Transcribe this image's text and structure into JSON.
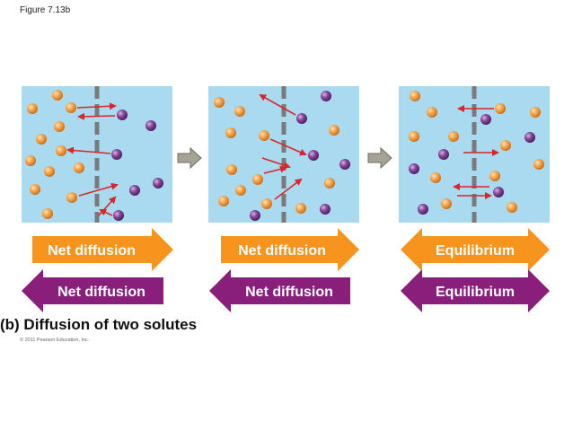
{
  "figure_label": "Figure 7.13b",
  "caption": "(b) Diffusion of two solutes",
  "copyright": "© 2011 Pearson Education, Inc.",
  "colors": {
    "chamber": "#a9daf0",
    "membrane": "#7a7a7a",
    "orange_solute": "#f4a24a",
    "purple_solute": "#7e3f8f",
    "red_arrow": "#d8262a",
    "orange_arrow": "#f7941d",
    "purple_arrow": "#8a1f7b",
    "step_arrow": "#9c9a8d"
  },
  "stages": [
    {
      "orange_arrow": {
        "label": "Net diffusion",
        "direction": "right"
      },
      "purple_arrow": {
        "label": "Net diffusion",
        "direction": "left"
      }
    },
    {
      "orange_arrow": {
        "label": "Net diffusion",
        "direction": "right"
      },
      "purple_arrow": {
        "label": "Net diffusion",
        "direction": "left"
      }
    },
    {
      "orange_arrow": {
        "label": "Equilibrium",
        "direction": "both"
      },
      "purple_arrow": {
        "label": "Equilibrium",
        "direction": "both"
      }
    }
  ]
}
